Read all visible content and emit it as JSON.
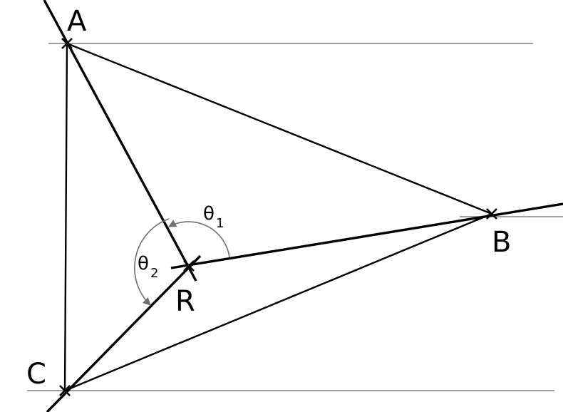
{
  "points": {
    "a": "A",
    "b": "B",
    "c": "C",
    "r": "R"
  },
  "angles": {
    "theta1": {
      "symbol": "θ",
      "subscript": "1"
    },
    "theta2": {
      "symbol": "θ",
      "subscript": "2"
    }
  },
  "colors": {
    "lines": "#000000",
    "guides": "#7f7f7f",
    "angle_arcs": "#6f6f6f"
  }
}
